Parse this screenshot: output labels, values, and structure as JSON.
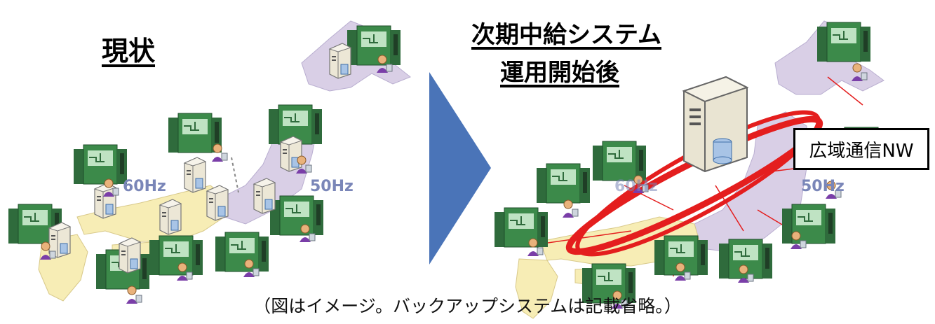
{
  "left_panel": {
    "title": "現状",
    "freq_west": "60Hz",
    "freq_east": "50Hz"
  },
  "right_panel": {
    "title_line1": "次期中給システム",
    "title_line2": "運用開始後",
    "freq_west": "60Hz",
    "freq_east": "50Hz",
    "network_label": "広域通信NW"
  },
  "caption": "（図はイメージ。バックアップシステムは記載省略。）",
  "colors": {
    "west_region": "#f7edb5",
    "east_region": "#d9cfe6",
    "arrow": "#4a74b8",
    "network_ring": "#e41e1e",
    "station_panel": "#3c8a4a"
  }
}
